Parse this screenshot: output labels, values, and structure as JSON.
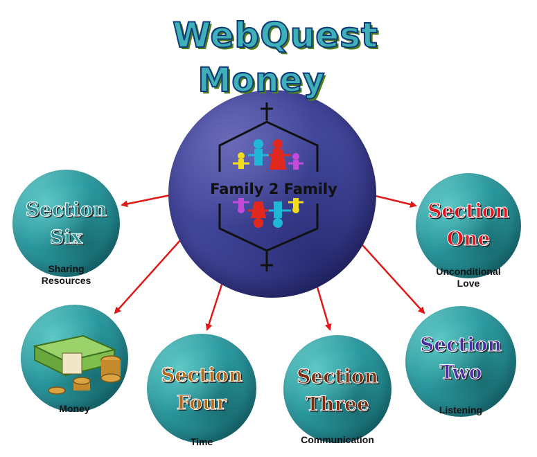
{
  "title": {
    "line1": "WebQuest",
    "line2": "Money"
  },
  "hub": {
    "label": "Family 2 Family"
  },
  "sections": [
    {
      "id": "six",
      "title_lines": [
        "Section",
        "Six"
      ],
      "caption_lines": [
        "Sharing",
        "Resources"
      ],
      "title_color": "#2e8f94"
    },
    {
      "id": "one",
      "title_lines": [
        "Section",
        "One"
      ],
      "caption_lines": [
        "Unconditional",
        "Love"
      ],
      "title_color": "#e0141e"
    },
    {
      "id": "money",
      "title_lines": [],
      "caption_lines": [
        "Money"
      ],
      "title_color": "#2e8f94"
    },
    {
      "id": "four",
      "title_lines": [
        "Section",
        "Four"
      ],
      "caption_lines": [
        "Time"
      ],
      "title_color": "#b56a1c"
    },
    {
      "id": "three",
      "title_lines": [
        "Section",
        "Three"
      ],
      "caption_lines": [
        "Communication"
      ],
      "title_color": "#7a2e0e"
    },
    {
      "id": "two",
      "title_lines": [
        "Section",
        "Two"
      ],
      "caption_lines": [
        "Listening"
      ],
      "title_color": "#4a2ea6"
    }
  ],
  "colors": {
    "arrow": "#e01818",
    "hub": "#43479b",
    "node": "#2a9aa0",
    "title_fill": "#3fb0b8"
  },
  "icons": {
    "hub_emblem": "family-house-cross-icon",
    "money": "money-stack-coins-icon"
  }
}
